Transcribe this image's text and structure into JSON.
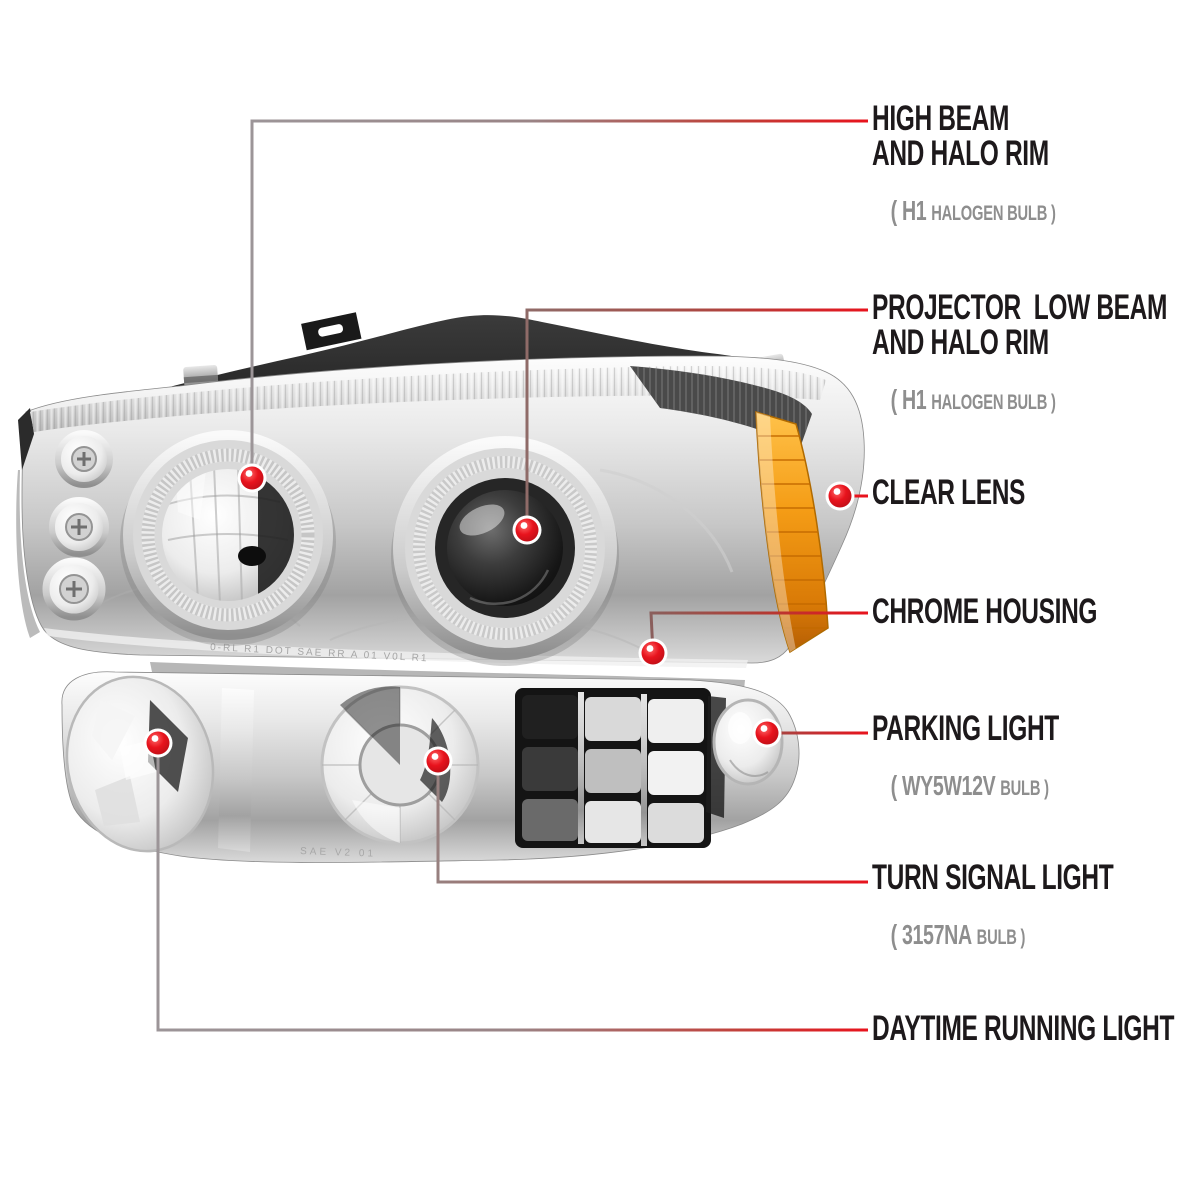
{
  "colors": {
    "accent_red": "#e8131d",
    "leader_gray": "#9c9598",
    "title_text": "#1d191b",
    "subtitle_gray": "#8e8e8e",
    "amber": "#f59d16",
    "background": "#ffffff"
  },
  "product_illustration": {
    "alt": "Chrome housing clear lens dual halo projector headlight with matching bumper parking light",
    "upper_lens_molding_text": "0-RL R1 DOT SAE RR A 01 V0L R1",
    "lower_lens_molding_text": "SAE V2 01"
  },
  "callouts": [
    {
      "id": "high-beam",
      "lines": [
        "HIGH BEAM",
        "AND HALO RIM"
      ],
      "bulb_code": "( H1",
      "bulb_type": "HALOGEN BULB )"
    },
    {
      "id": "projector-low-beam",
      "lines": [
        "PROJECTOR  LOW BEAM",
        "AND HALO RIM"
      ],
      "bulb_code": "( H1",
      "bulb_type": "HALOGEN BULB )"
    },
    {
      "id": "clear-lens",
      "lines": [
        "CLEAR LENS"
      ]
    },
    {
      "id": "chrome-housing",
      "lines": [
        "CHROME HOUSING"
      ]
    },
    {
      "id": "parking-light",
      "lines": [
        "PARKING LIGHT"
      ],
      "bulb_code": "( WY5W12V",
      "bulb_type": "BULB )"
    },
    {
      "id": "turn-signal-light",
      "lines": [
        "TURN SIGNAL LIGHT"
      ],
      "bulb_code": "( 3157NA",
      "bulb_type": "BULB )"
    },
    {
      "id": "daytime-running-light",
      "lines": [
        "DAYTIME RUNNING LIGHT"
      ]
    }
  ]
}
